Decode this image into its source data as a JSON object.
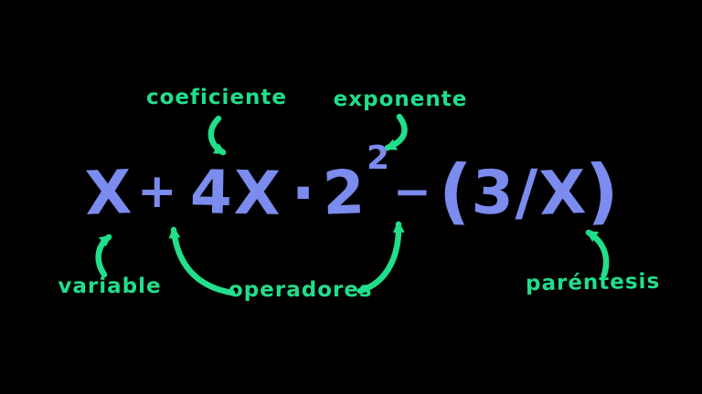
{
  "colors": {
    "background": "#000000",
    "expression_blue": "#7b8bee",
    "annotation_green": "#21de8a"
  },
  "expression": {
    "full": "X + 4X · 2² − (3/X)",
    "variable_term": "X",
    "plus": "+",
    "coefficient_term": "4X",
    "multiply_dot": "·",
    "base": "2",
    "exponent": "2",
    "minus": "−",
    "paren_open": "(",
    "numerator": "3",
    "divide": "/",
    "denominator": "X",
    "paren_close": ")"
  },
  "annotations": {
    "coeficiente": "coeficiente",
    "exponente": "exponente",
    "variable": "variable",
    "operadores": "operadores",
    "parentesis": "paréntesis"
  }
}
